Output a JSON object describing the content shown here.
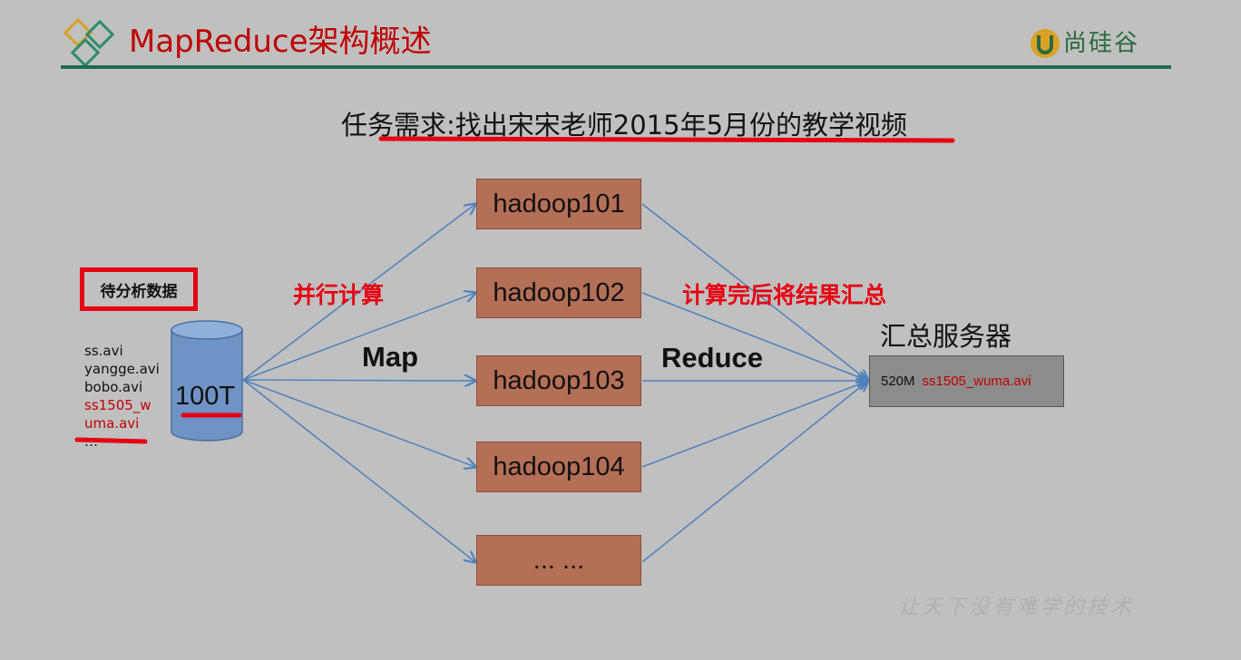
{
  "header": {
    "title": "MapReduce架构概述",
    "brand": "尚硅谷",
    "brand_color": "#2a6a3e",
    "accent_color": "#c00000",
    "rule_color": "#1e6b4e"
  },
  "task": {
    "text": "任务需求:找出宋宋老师2015年5月份的教学视频"
  },
  "input": {
    "label": "待分析数据",
    "files": [
      "ss.avi",
      "yangge.avi",
      "bobo.avi"
    ],
    "highlight_file_line1": "ss1505_w",
    "highlight_file_line2": "uma.avi",
    "more": "…",
    "storage_size": "100T"
  },
  "labels": {
    "parallel": "并行计算",
    "map": "Map",
    "reduce": "Reduce",
    "aggregate": "计算完后将结果汇总"
  },
  "nodes": [
    "hadoop101",
    "hadoop102",
    "hadoop103",
    "hadoop104",
    "... ..."
  ],
  "summary": {
    "title": "汇总服务器",
    "size": "520M",
    "file": "ss1505_wuma.avi"
  },
  "watermark": "让天下没有难学的技术",
  "colors": {
    "node_fill": "#b46f57",
    "arrow": "#4f81bd",
    "underline": "#e60012"
  }
}
